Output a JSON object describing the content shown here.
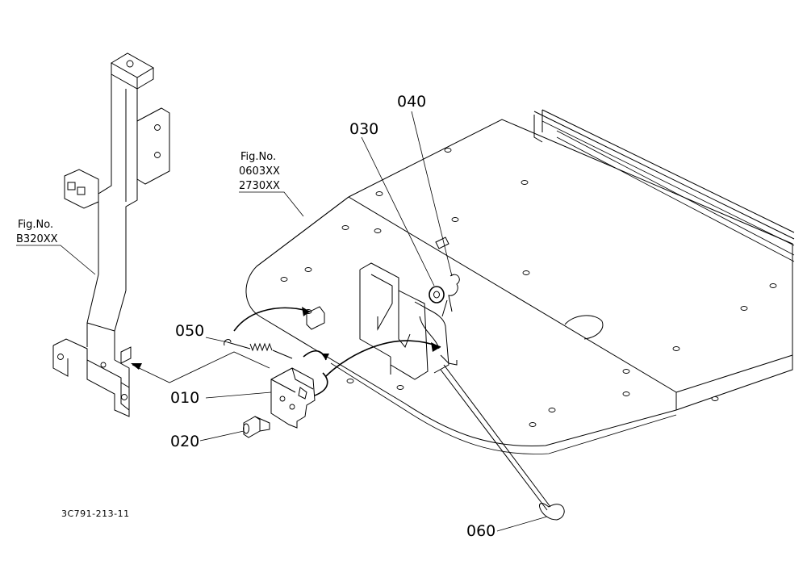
{
  "callouts": {
    "p010": "010",
    "p020": "020",
    "p030": "030",
    "p040": "040",
    "p050": "050",
    "p060": "060"
  },
  "figure_refs": {
    "left_title": "Fig.No.",
    "left_code": "B320XX",
    "right_title": "Fig.No.",
    "right_code_1": "0603XX",
    "right_code_2": "2730XX"
  },
  "drawing_code": "3C791-213-11",
  "colors": {
    "line": "#000000",
    "background": "#ffffff"
  }
}
